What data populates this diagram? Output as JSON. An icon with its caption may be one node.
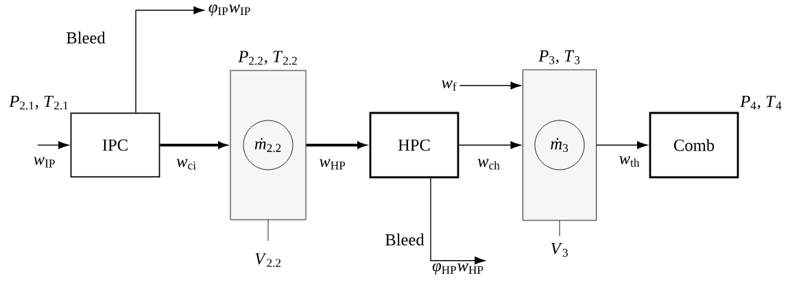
{
  "diagram": {
    "nodes": [
      {
        "text": [
          "IPC"
        ],
        "beside": [
          "*P*$_{2.1}$, *T*$_{2.1}$"
        ]
      },
      {
        "text": [
          "*P*$_{2.2}$, *T*$_{2.2}$"
        ],
        "beside": [
          "*V*$_{2.2}$"
        ]
      },
      {
        "text": [
          "*ṁ*$_{2.2}$"
        ],
        "in": 1
      },
      {
        "text": [
          "HPC"
        ]
      },
      {
        "text": [
          "*P*$_{3}$, *T*$_{3}$"
        ],
        "beside": [
          "*V*$_{3}$"
        ]
      },
      {
        "text": [
          "*ṁ*$_{3}$"
        ],
        "in": 4
      },
      {
        "text": [
          "Comb"
        ],
        "beside": [
          "*P*$_{4}$, *T*$_{4}$"
        ]
      },
      {
        "text": [
          "*φ*$_{IP}$*w*$_{IP}$"
        ]
      },
      {
        "text": [
          "*φ*$_{HP}$*w*$_{HP}$"
        ]
      },
      {
        "text": [
          "*w*$_{f}$"
        ]
      }
    ],
    "edges": [
      {
        "from": null,
        "to": 0,
        "arrow": "to",
        "label": "*w*$_{IP}$"
      },
      {
        "from": 0,
        "to": 1,
        "arrow": "to",
        "label": "*w*$_{ci}$",
        "style": "thick"
      },
      {
        "from": 1,
        "to": 3,
        "arrow": "to",
        "label": "*w*$_{HP}$",
        "style": "thick"
      },
      {
        "from": 3,
        "to": 4,
        "arrow": "to",
        "label": "*w*$_{ch}$"
      },
      {
        "from": 4,
        "to": 6,
        "arrow": "to",
        "label": "*w*$_{th}$"
      },
      {
        "from": 0,
        "to": 7,
        "arrow": "to",
        "label": "Bleed"
      },
      {
        "from": 3,
        "to": 8,
        "arrow": "to",
        "label": "Bleed"
      },
      {
        "from": 9,
        "to": 4,
        "arrow": "to"
      }
    ]
  }
}
